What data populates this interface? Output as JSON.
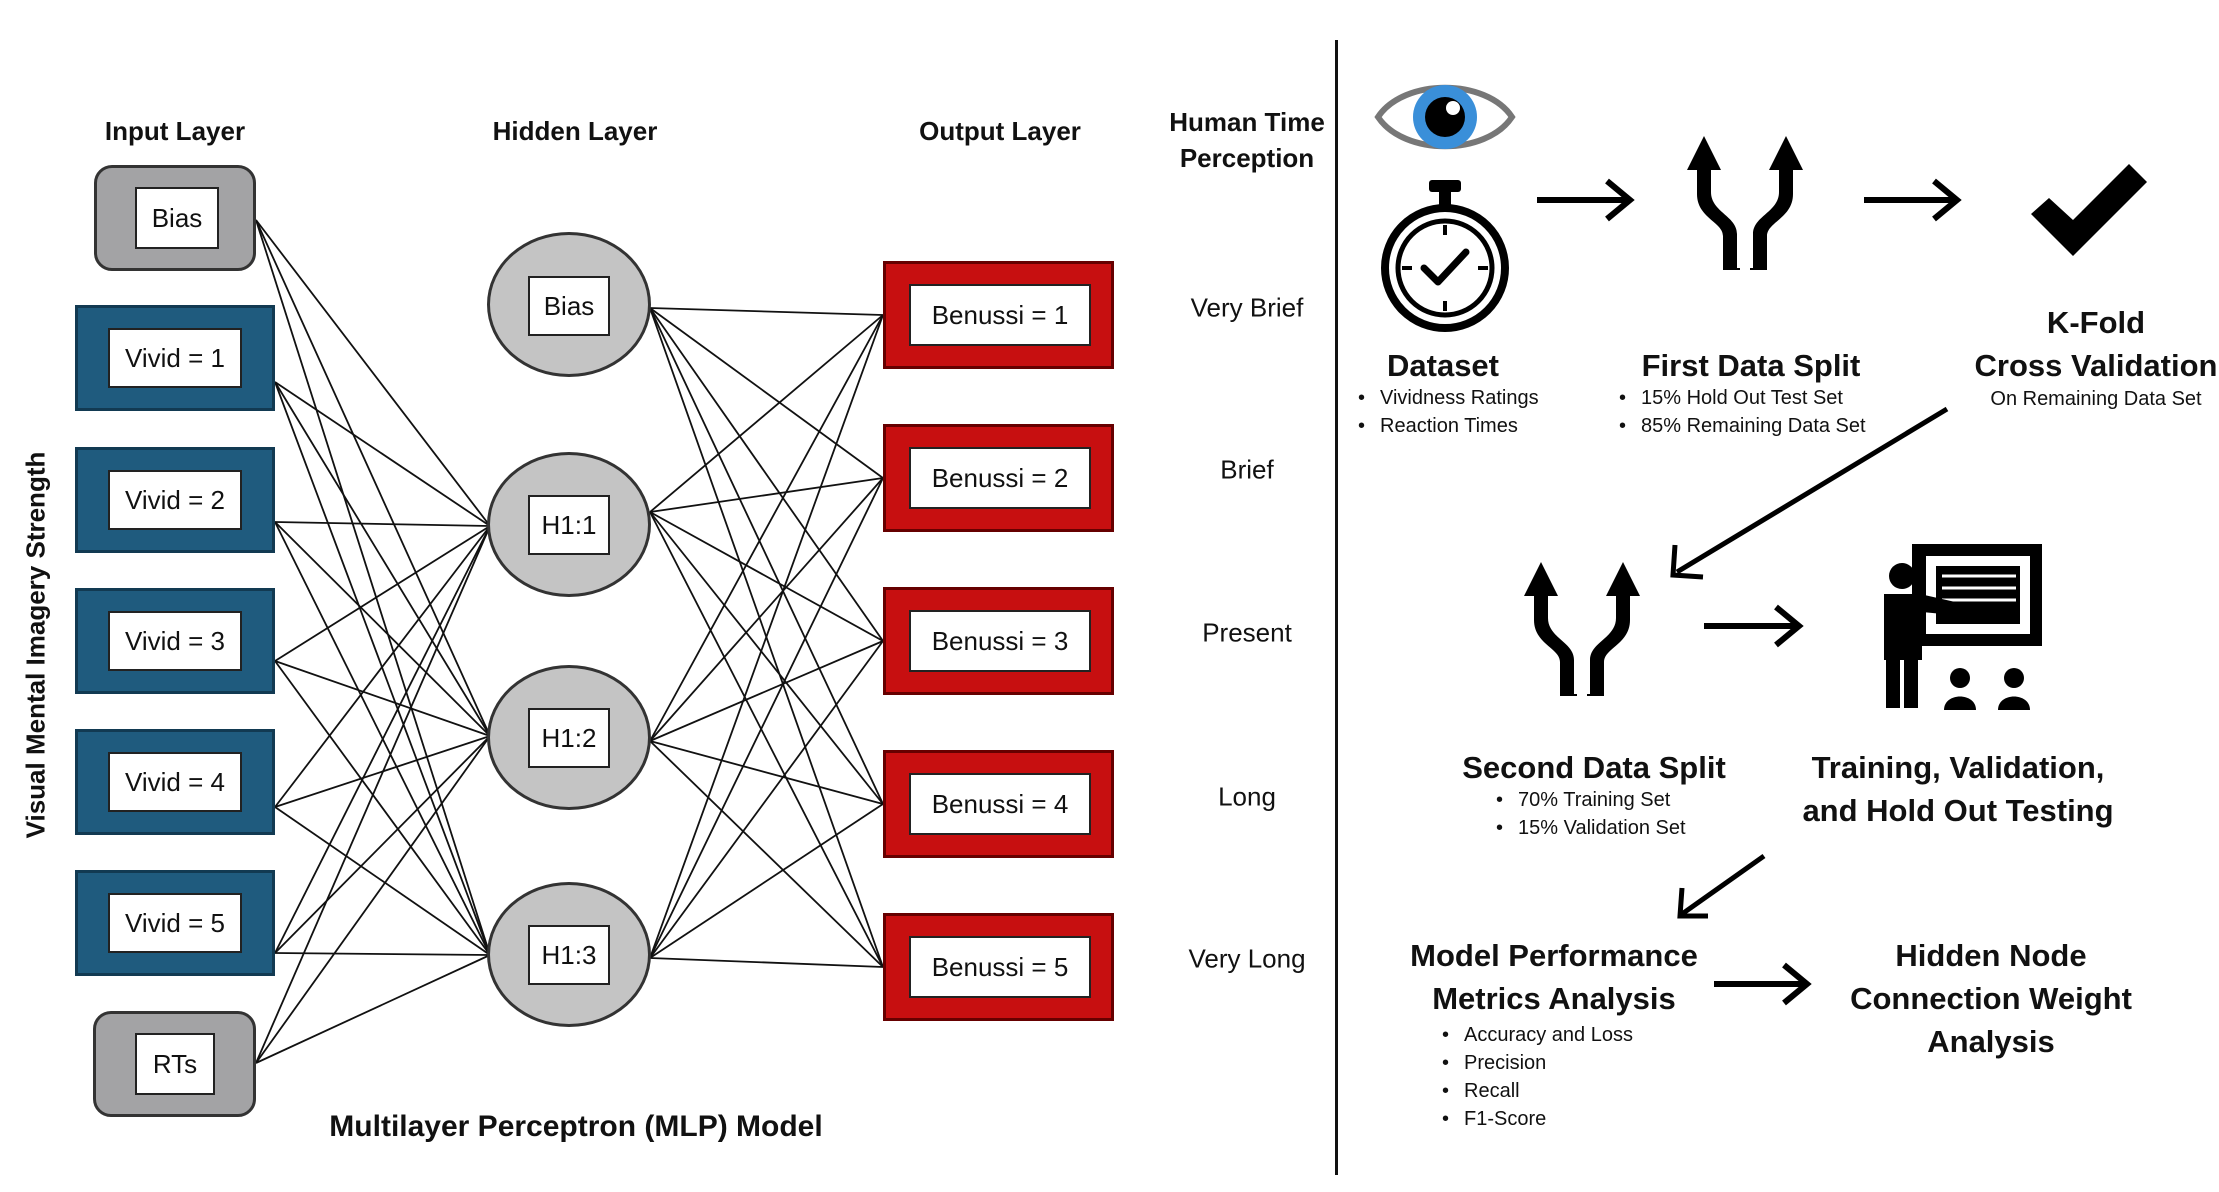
{
  "mlp": {
    "title": "Multilayer Perceptron (MLP) Model",
    "y_axis_label": "Visual Mental Imagery Strength",
    "headers": {
      "input": "Input Layer",
      "hidden": "Hidden Layer",
      "output": "Output Layer",
      "perception": "Human Time Perception"
    },
    "input_nodes": [
      "Bias",
      "Vivid = 1",
      "Vivid = 2",
      "Vivid = 3",
      "Vivid = 4",
      "Vivid = 5",
      "RTs"
    ],
    "hidden_nodes": [
      "Bias",
      "H1:1",
      "H1:2",
      "H1:3"
    ],
    "output_nodes": [
      "Benussi = 1",
      "Benussi = 2",
      "Benussi = 3",
      "Benussi = 4",
      "Benussi = 5"
    ],
    "perception_labels": [
      "Very Brief",
      "Brief",
      "Present",
      "Long",
      "Very Long"
    ],
    "colors": {
      "input_bias": "#a3a3a5",
      "input_vivid": "#1f5b7e",
      "hidden": "#c4c4c4",
      "output": "#c70f10"
    }
  },
  "pipeline": {
    "dataset": {
      "title": "Dataset",
      "bullets": [
        "Vividness Ratings",
        "Reaction Times"
      ]
    },
    "first_split": {
      "title": "First Data Split",
      "bullets": [
        "15% Hold Out Test Set",
        "85% Remaining Data Set"
      ]
    },
    "kfold": {
      "title_line1": "K-Fold",
      "title_line2": "Cross Validation",
      "subtitle": "On Remaining Data Set"
    },
    "second_split": {
      "title": "Second Data Split",
      "bullets": [
        "70% Training Set",
        "15% Validation Set"
      ]
    },
    "training": {
      "title_line1": "Training, Validation,",
      "title_line2": "and Hold Out Testing"
    },
    "metrics": {
      "title_line1": "Model Performance",
      "title_line2": "Metrics Analysis",
      "bullets": [
        "Accuracy and Loss",
        "Precision",
        "Recall",
        "F1-Score"
      ]
    },
    "hidden_analysis": {
      "title_line1": "Hidden Node",
      "title_line2": "Connection Weight",
      "title_line3": "Analysis"
    },
    "icons": [
      "eye-icon",
      "stopwatch-icon",
      "split-arrow-icon",
      "checkmark-icon",
      "presentation-icon"
    ],
    "colors": {
      "eye_iris": "#3a8fd9"
    }
  }
}
